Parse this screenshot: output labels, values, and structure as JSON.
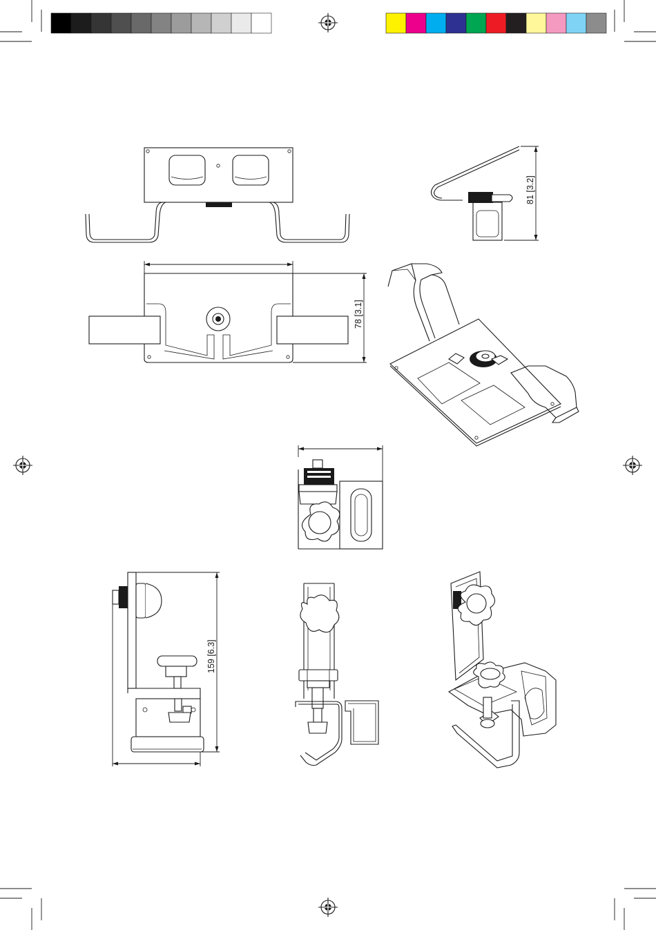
{
  "color_bar": {
    "grays": [
      "#000000",
      "#1c1c1c",
      "#353535",
      "#4f4f4f",
      "#696969",
      "#838383",
      "#9c9c9c",
      "#b6b6b6",
      "#d0d0d0",
      "#eaeaea",
      "#ffffff"
    ],
    "colors": [
      "#fff200",
      "#ec008c",
      "#00aeef",
      "#2e3192",
      "#00a651",
      "#ed1c24",
      "#231f20",
      "#fff799",
      "#f49ac1",
      "#7fd4f5",
      "#8c8c8c"
    ]
  },
  "dimensions": {
    "side_height": "81 [3.2]",
    "plate_height": "78 [3.1]",
    "clamp_height": "159 [6.3]"
  }
}
